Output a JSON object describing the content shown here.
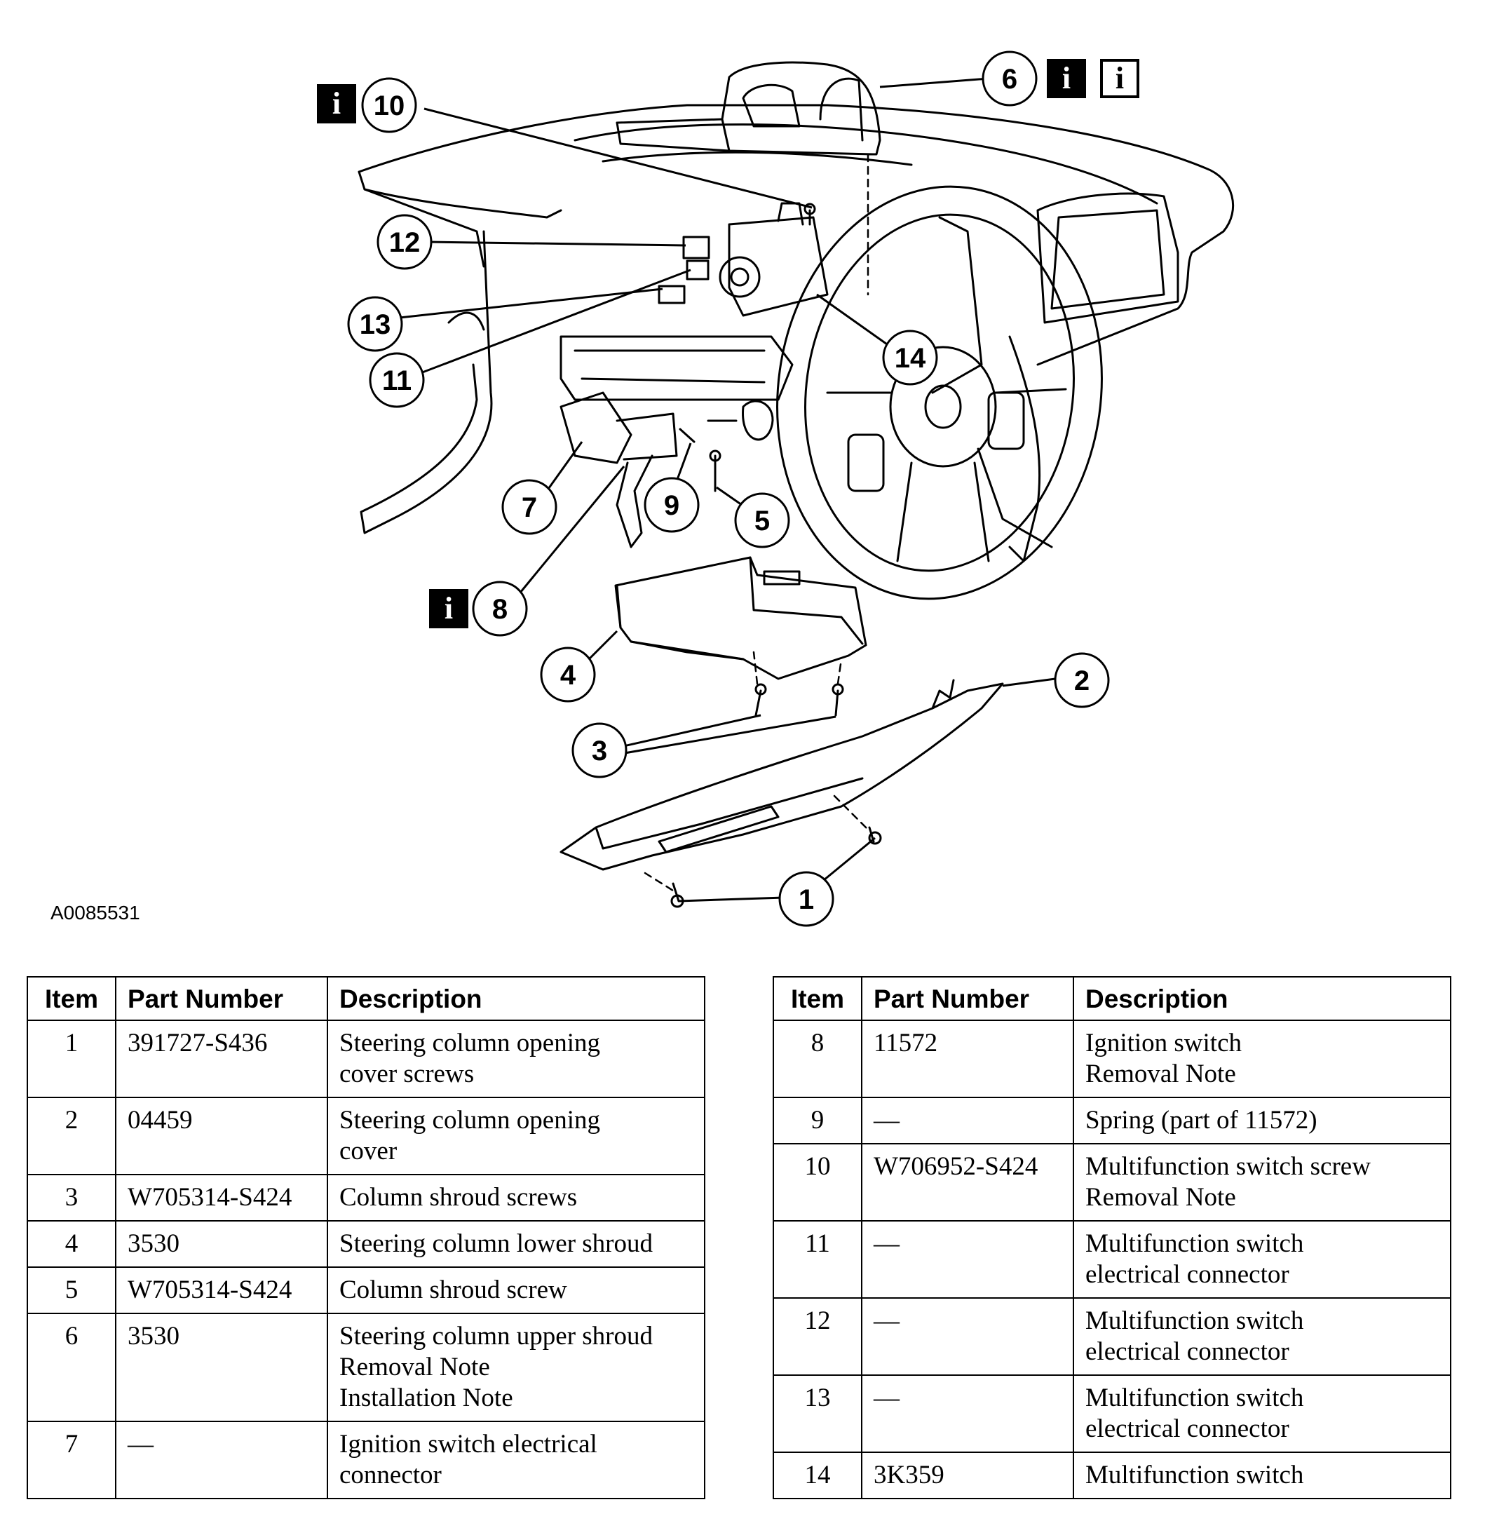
{
  "figure_id": "A0085531",
  "callouts": [
    "1",
    "2",
    "3",
    "4",
    "5",
    "6",
    "7",
    "8",
    "9",
    "10",
    "11",
    "12",
    "13",
    "14"
  ],
  "info_icon_glyph": "i",
  "table": {
    "headers": {
      "item": "Item",
      "part_number": "Part Number",
      "description": "Description"
    },
    "left_rows": [
      {
        "item": "1",
        "part": "391727-S436",
        "desc": "Steering column opening\ncover screws"
      },
      {
        "item": "2",
        "part": "04459",
        "desc": "Steering column opening\ncover"
      },
      {
        "item": "3",
        "part": "W705314-S424",
        "desc": "Column shroud screws"
      },
      {
        "item": "4",
        "part": "3530",
        "desc": "Steering column lower shroud"
      },
      {
        "item": "5",
        "part": "W705314-S424",
        "desc": "Column shroud screw"
      },
      {
        "item": "6",
        "part": "3530",
        "desc": "Steering column upper shroud\nRemoval Note\nInstallation Note"
      },
      {
        "item": "7",
        "part": "—",
        "desc": "Ignition switch electrical\nconnector"
      }
    ],
    "right_rows": [
      {
        "item": "8",
        "part": "11572",
        "desc": "Ignition switch\nRemoval Note"
      },
      {
        "item": "9",
        "part": "—",
        "desc": "Spring (part of 11572)"
      },
      {
        "item": "10",
        "part": "W706952-S424",
        "desc": "Multifunction switch screw\nRemoval Note"
      },
      {
        "item": "11",
        "part": "—",
        "desc": "Multifunction switch\nelectrical connector"
      },
      {
        "item": "12",
        "part": "—",
        "desc": "Multifunction switch\nelectrical connector"
      },
      {
        "item": "13",
        "part": "—",
        "desc": "Multifunction switch\nelectrical connector"
      },
      {
        "item": "14",
        "part": "3K359",
        "desc": "Multifunction switch"
      }
    ]
  }
}
